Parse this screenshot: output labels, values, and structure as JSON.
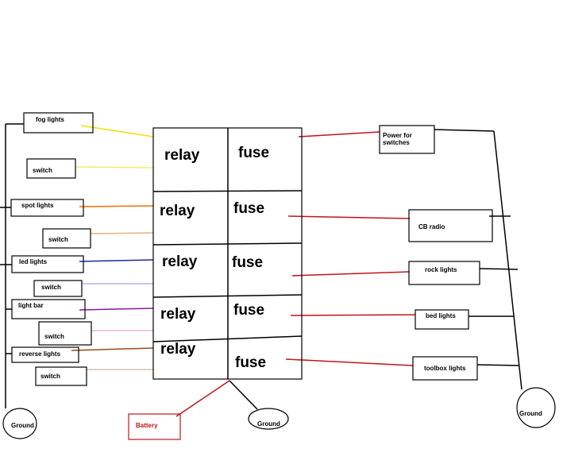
{
  "colors": {
    "line": "#000000",
    "fog": "#f0e000",
    "sw1": "#ecec70",
    "spot": "#f07000",
    "sw2": "#e8b080",
    "led": "#1a2a9a",
    "sw3": "#b0b0f0",
    "lightbar": "#8a1a9a",
    "sw4": "#e0b8e0",
    "reverse": "#9a4a1a",
    "sw5": "#d8c0b0",
    "red": "#c0141c"
  },
  "left": {
    "fog": "fog lights",
    "sw1": "switch",
    "spot": "spot lights",
    "sw2": "switch",
    "led": "led lights",
    "sw3": "switch",
    "lightbar": "light bar",
    "sw4": "switch",
    "reverse": "reverse lights",
    "sw5": "switch",
    "ground": "Ground"
  },
  "block": {
    "relay1": "relay",
    "fuse1": "fuse",
    "relay2": "relay",
    "fuse2": "fuse",
    "relay3": "relay",
    "fuse3": "fuse",
    "relay4": "relay",
    "fuse4": "fuse",
    "relay5": "relay",
    "fuse5": "fuse"
  },
  "bottom": {
    "battery": "Battery",
    "ground": "Ground"
  },
  "right": {
    "power_line1": "Power for",
    "power_line2": "switches",
    "cb": "CB radio",
    "rock": "rock lights",
    "bed": "bed lights",
    "toolbox": "toolbox lights",
    "ground": "Ground"
  }
}
